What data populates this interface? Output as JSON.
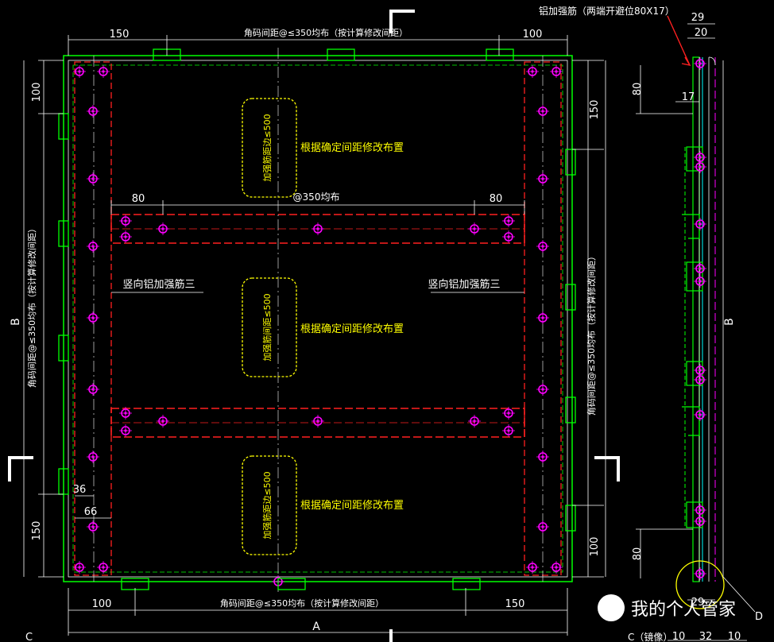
{
  "labels": {
    "top_spacing": "角码间距@≤350均布（按计算修改间距）",
    "bottom_spacing": "角码间距@≤350均布（按计算修改间距）",
    "left_spacing": "角码间距@≤350均布（按计算修改间距）",
    "right_spacing": "角码间距@≤350均布（按计算修改间距）",
    "rib_note_1": "根据确定间距修改布置",
    "rib_note_2": "根据确定间距修改布置",
    "rib_note_3": "根据确定间距修改布置",
    "rib_box_1": "加强筋距边≤500",
    "rib_box_2": "加强筋间距≤500",
    "rib_box_3": "加强筋距边≤500",
    "mid_spacing": "@350均布",
    "vertical_rib_left": "竖向铝加强筋三",
    "vertical_rib_right": "竖向铝加强筋三",
    "side_title": "铝加强筋（两端开避位80X17）",
    "dim_A": "A",
    "dim_B_left": "B",
    "dim_B_right": "B",
    "view_C": "C",
    "view_C_mirror": "C（镜像）",
    "view_D": "D"
  },
  "dims": {
    "top_left": "150",
    "top_right": "100",
    "bottom_left": "100",
    "bottom_right": "150",
    "left_top": "100",
    "left_bottom": "150",
    "right_top": "150",
    "right_bottom": "100",
    "rib_left": "80",
    "rib_right": "80",
    "d36": "36",
    "d66": "66",
    "side_29_top": "29",
    "side_20": "20",
    "side_80_top": "80",
    "side_17": "17",
    "side_80_bottom": "80",
    "side_29_bottom": "29",
    "side_10_a": "10",
    "side_32": "32",
    "side_10_b": "10"
  },
  "watermark": {
    "text": "我的个人管家"
  },
  "colors": {
    "dim": "#ffffff",
    "panel": "#00ff00",
    "rib": "#ff2020",
    "bolt": "#ff00ff",
    "note": "#ffff00"
  }
}
